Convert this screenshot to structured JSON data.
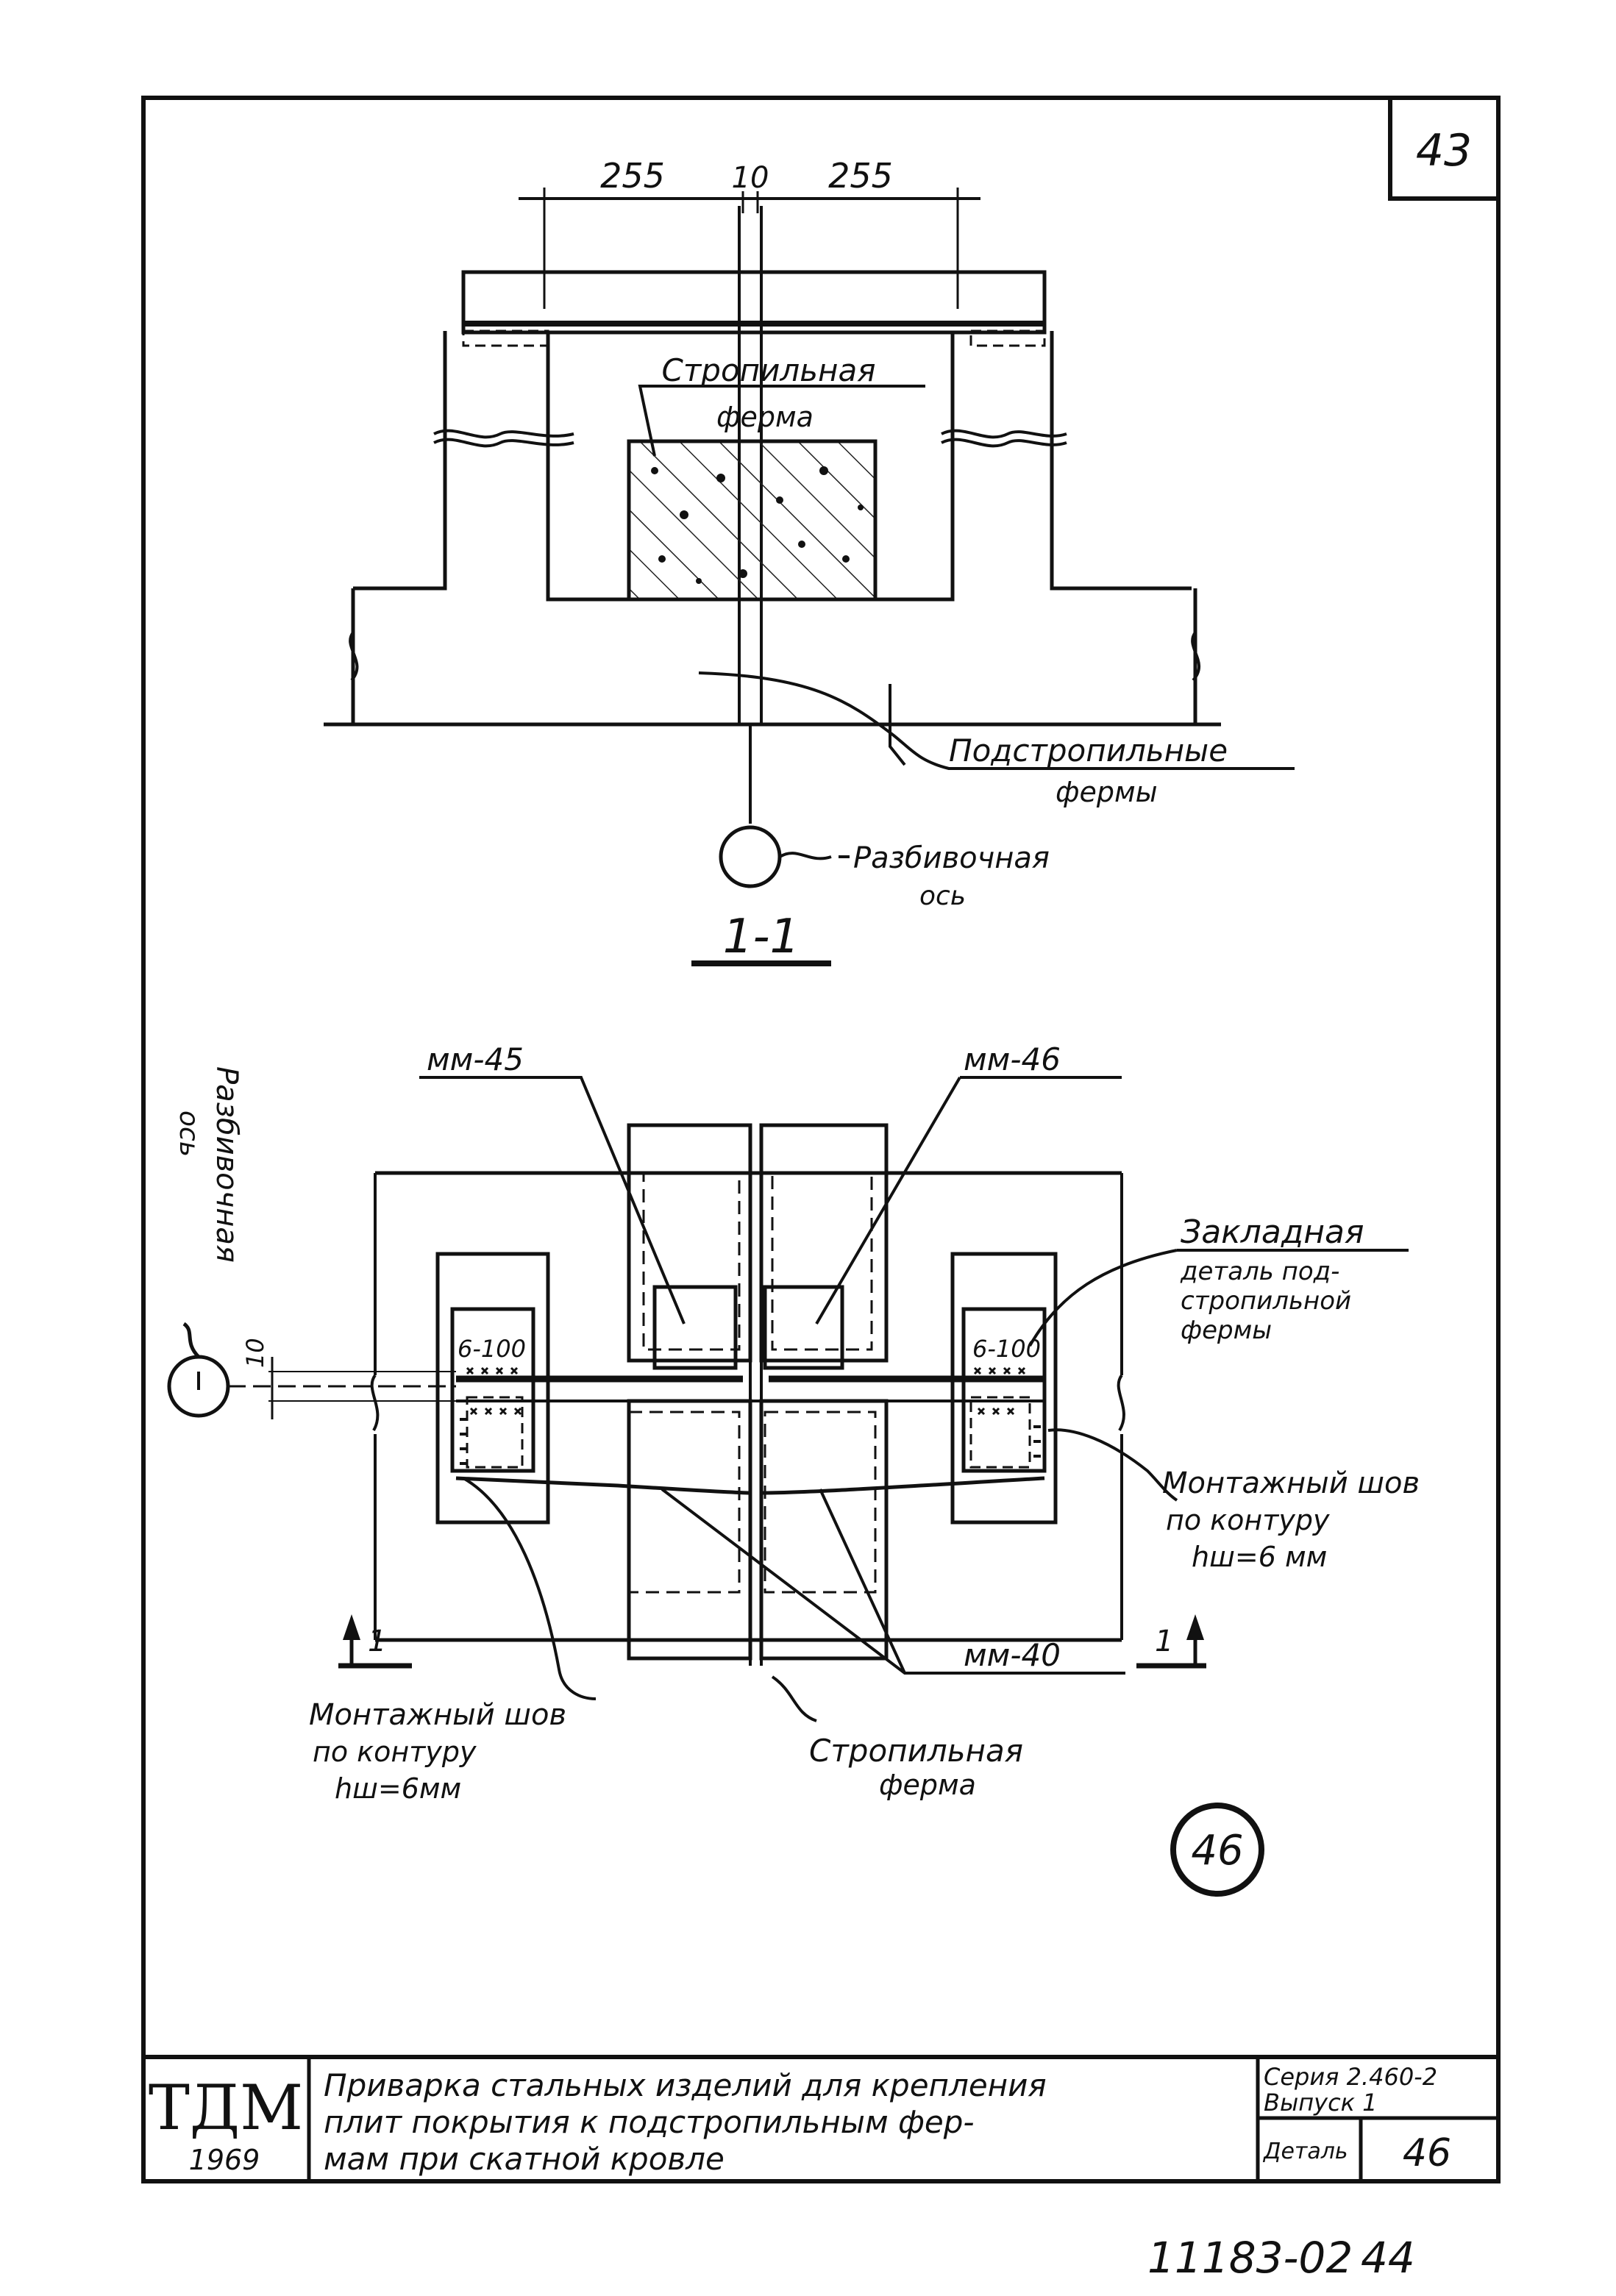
{
  "sheet": {
    "page_number": "43",
    "bottom_code": "11183-02",
    "bottom_page": "44"
  },
  "section_view": {
    "dim_left": "255",
    "dim_gap": "10",
    "dim_right": "255",
    "label_truss_1": "Стропильная",
    "label_truss_2": "ферма",
    "label_subtruss_1": "Подстропильные",
    "label_subtruss_2": "фермы",
    "label_axis_1": "Разбивочная",
    "label_axis_2": "ось",
    "section_mark": "1-1"
  },
  "plan_view": {
    "label_mm45": "мм-45",
    "label_mm46": "мм-46",
    "label_mm40": "мм-40",
    "label_axis_vert_1": "Разбивочная",
    "label_axis_vert_2": "ось",
    "dim_10": "10",
    "weld_left_small": "6-100",
    "weld_right_small": "6-100",
    "label_embedded_1": "Закладная",
    "label_embedded_2": "деталь под-",
    "label_embedded_3": "стропильной",
    "label_embedded_4": "фермы",
    "label_weld_right_1": "Монтажный шов",
    "label_weld_right_2": "по контуру",
    "label_weld_right_3": "hш=6 мм",
    "label_weld_left_1": "Монтажный шов",
    "label_weld_left_2": "по контуру",
    "label_weld_left_3": "hш=6мм",
    "label_truss_1": "Стропильная",
    "label_truss_2": "ферма",
    "cut_left": "1",
    "cut_right": "1",
    "detail_number": "46"
  },
  "title_block": {
    "logo": "ТДМ",
    "year": "1969",
    "title_line1": "Приварка стальных изделий для крепления",
    "title_line2": "плит покрытия к подстропильным фер-",
    "title_line3": "мам при скатной кровле",
    "series_line1": "Серия 2.460-2",
    "series_line2": "Выпуск 1",
    "detail_label": "Деталь",
    "detail_value": "46"
  }
}
